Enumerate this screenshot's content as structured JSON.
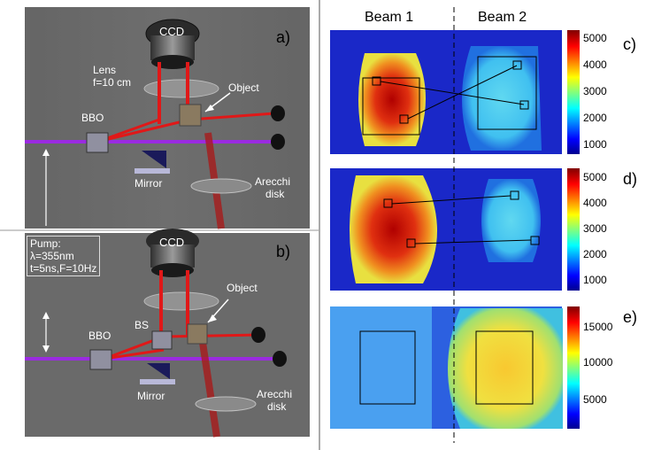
{
  "panels": {
    "a": {
      "label": "a)"
    },
    "b": {
      "label": "b)"
    },
    "c": {
      "label": "c)"
    },
    "d": {
      "label": "d)"
    },
    "e": {
      "label": "e)"
    }
  },
  "setup_a": {
    "ccd": "CCD",
    "lens_line1": "Lens",
    "lens_line2": "f=10 cm",
    "object": "Object",
    "bbo": "BBO",
    "mirror": "Mirror",
    "disk_line1": "Arecchi",
    "disk_line2": "disk"
  },
  "setup_b": {
    "ccd": "CCD",
    "object": "Object",
    "bbo": "BBO",
    "bs": "BS",
    "mirror": "Mirror",
    "disk_line1": "Arecchi",
    "disk_line2": "disk",
    "pump_line1": "Pump:",
    "pump_line2": "λ=355nm",
    "pump_line3": "t=5ns,F=10Hz"
  },
  "beams": {
    "beam1": "Beam 1",
    "beam2": "Beam 2"
  },
  "colorbars": {
    "c": [
      "5000",
      "4000",
      "3000",
      "2000",
      "1000"
    ],
    "d": [
      "5000",
      "4000",
      "3000",
      "2000",
      "1000"
    ],
    "e": [
      "15000",
      "10000",
      "5000"
    ]
  },
  "colors": {
    "pump_beam": "#9a2be0",
    "red_beam": "#e01818",
    "panel_bg": "#5e5e5e",
    "heatmap_bg": "#1a28c8"
  }
}
